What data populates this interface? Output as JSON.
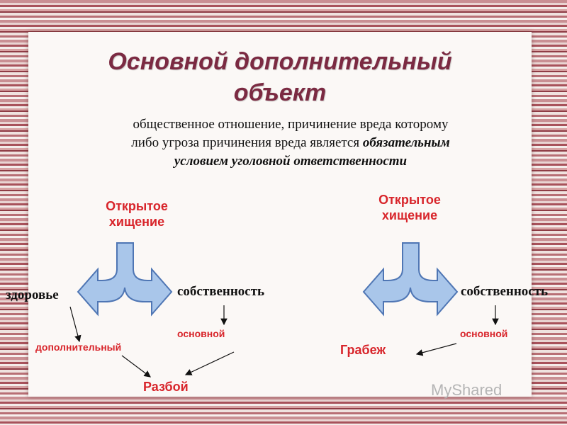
{
  "title": {
    "line1": "Основной дополнительный",
    "line2": "объект"
  },
  "definition": {
    "line1": "общественное отношение, причинение вреда которому",
    "line2_plain": "либо угроза причинения вреда является ",
    "line2_emph": "обязательным",
    "line3_emph": "условием уголовной ответственности"
  },
  "left_diagram": {
    "heading_line1": "Открытое",
    "heading_line2": "хищение",
    "left_object": "здоровье",
    "right_object": "собственность",
    "main_label": "основной",
    "additional_label": "дополнительный",
    "result": "Разбой"
  },
  "right_diagram": {
    "heading_line1": "Открытое",
    "heading_line2": "хищение",
    "right_object": "собственность",
    "main_label": "основной",
    "result": "Грабеж"
  },
  "watermark": "MyShared",
  "colors": {
    "title": "#7b2a42",
    "accent_red": "#d8252b",
    "arrow_fill": "#a9c6ea",
    "arrow_stroke": "#4f76b4"
  }
}
